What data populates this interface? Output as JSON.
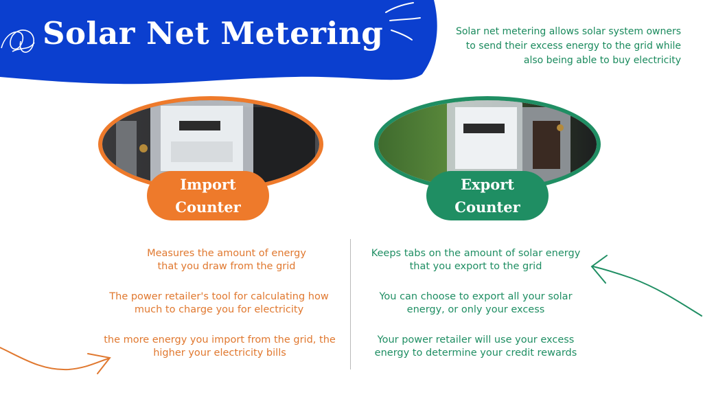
{
  "title": "Solar Net Metering",
  "intro": "Solar net metering allows solar system owners\nto send their excess energy to the grid while\nalso being able to buy electricity",
  "colors": {
    "header_blue": "#0b3fcf",
    "import_orange": "#ee7a2b",
    "export_green": "#1f8e63"
  },
  "import_counter": {
    "label": "Import\nCounter",
    "points": [
      "Measures the amount of energy\nthat you draw from the grid",
      "The power retailer's tool for calculating how\nmuch to charge you for electricity",
      "the more energy you import from the grid, the\nhigher your electricity bills"
    ]
  },
  "export_counter": {
    "label": "Export\nCounter",
    "points": [
      "Keeps tabs on the amount of solar energy\nthat you export to the grid",
      "You can choose to export all your solar\nenergy, or only your excess",
      "Your power retailer will use your excess\nenergy to determine your credit rewards"
    ]
  },
  "icons": [
    "squiggle-decoration",
    "arrow-decoration-left",
    "arrow-decoration-right",
    "electricity-meter-photo"
  ]
}
